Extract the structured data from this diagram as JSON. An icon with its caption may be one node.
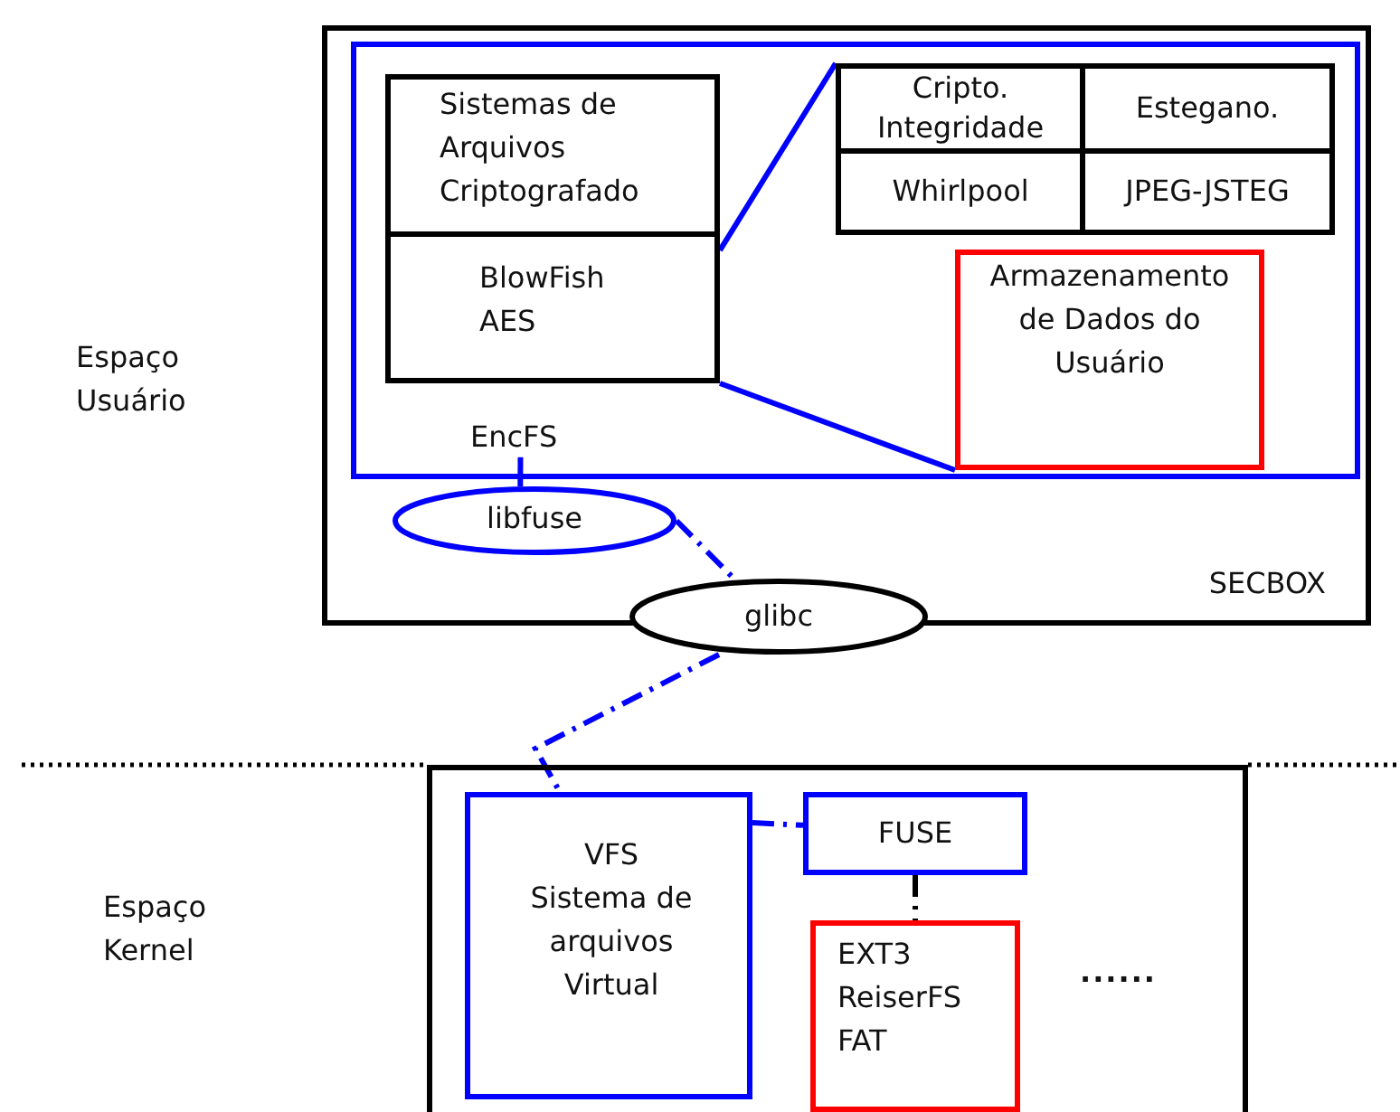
{
  "diagram": {
    "nodes": [
      {
        "text": [
          "SECBOX"
        ]
      },
      {
        "text": [
          "EncFS"
        ],
        "in": 0
      },
      {
        "text": [
          "Sistemas de Arquivos Criptografado",
          "BlowFish AES"
        ],
        "in": 1
      },
      {
        "text": [
          "Cripto. Integridade",
          "Estegano.",
          "Whirlpool",
          "JPEG-JSTEG"
        ],
        "in": 1
      },
      {
        "text": [
          "Armazenamento de Dados do Usuário"
        ],
        "in": 1
      },
      {
        "text": [
          "libfuse"
        ],
        "in": 0
      },
      {
        "text": [
          "glibc"
        ]
      },
      {
        "text": [],
        "shape": "box"
      },
      {
        "text": [
          "VFS Sistema de arquivos Virtual"
        ],
        "in": 7
      },
      {
        "text": [
          "FUSE"
        ],
        "in": 7
      },
      {
        "text": [
          "EXT3 ReiserFS FAT"
        ],
        "in": 7
      }
    ],
    "edges": [
      {
        "from": 2,
        "to": 3,
        "arrow": "none"
      },
      {
        "from": 2,
        "to": 4,
        "arrow": "none"
      },
      {
        "from": 1,
        "to": 5,
        "arrow": "none"
      },
      {
        "from": 5,
        "to": 6,
        "arrow": "none",
        "style": "dashed"
      },
      {
        "from": 6,
        "to": 8,
        "arrow": "none",
        "style": "dashed"
      },
      {
        "from": 8,
        "to": 9,
        "arrow": "none",
        "style": "dashed"
      },
      {
        "from": 9,
        "to": 10,
        "arrow": "none",
        "style": "dashed",
        "color": "#000000"
      }
    ],
    "labels": [
      "Espaço Usuário",
      "Espaço Kernel",
      "......"
    ]
  }
}
